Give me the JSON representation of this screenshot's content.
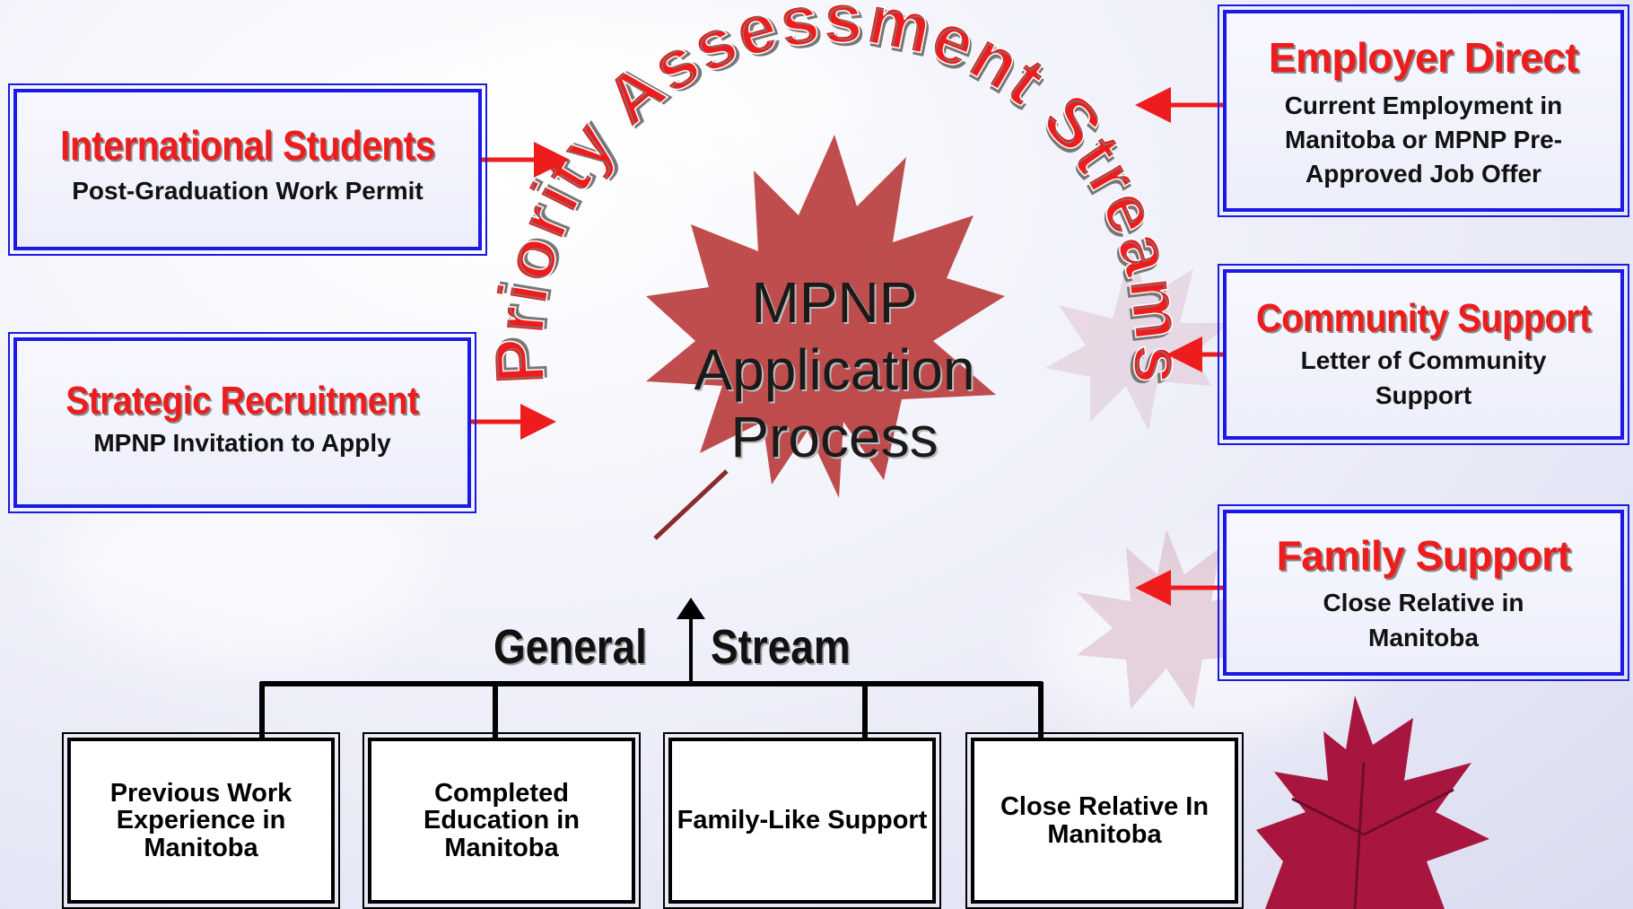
{
  "title_arc": "Priority Assessment Streams",
  "center": {
    "line1": "MPNP",
    "line2": "Application",
    "line3": "Process"
  },
  "left_boxes": [
    {
      "title": "International Students",
      "subtitle": "Post-Graduation Work Permit"
    },
    {
      "title": "Strategic Recruitment",
      "subtitle": "MPNP Invitation to Apply"
    }
  ],
  "right_boxes": [
    {
      "title": "Employer Direct",
      "subtitle": "Current Employment in Manitoba or MPNP Pre-Approved Job Offer"
    },
    {
      "title": "Community Support",
      "subtitle": "Letter of Community Support"
    },
    {
      "title": "Family Support",
      "subtitle": "Close Relative in Manitoba"
    }
  ],
  "general_stream": {
    "label_left": "General",
    "label_right": "Stream",
    "items": [
      "Previous Work Experience in Manitoba",
      "Completed Education in Manitoba",
      "Family-Like Support",
      "Close Relative In Manitoba"
    ]
  },
  "colors": {
    "title_red": "#ee1c1c",
    "box_border_blue": "#1a1ae6",
    "arrow_red": "#ee1c1c",
    "leaf_red": "#b83a3a"
  }
}
